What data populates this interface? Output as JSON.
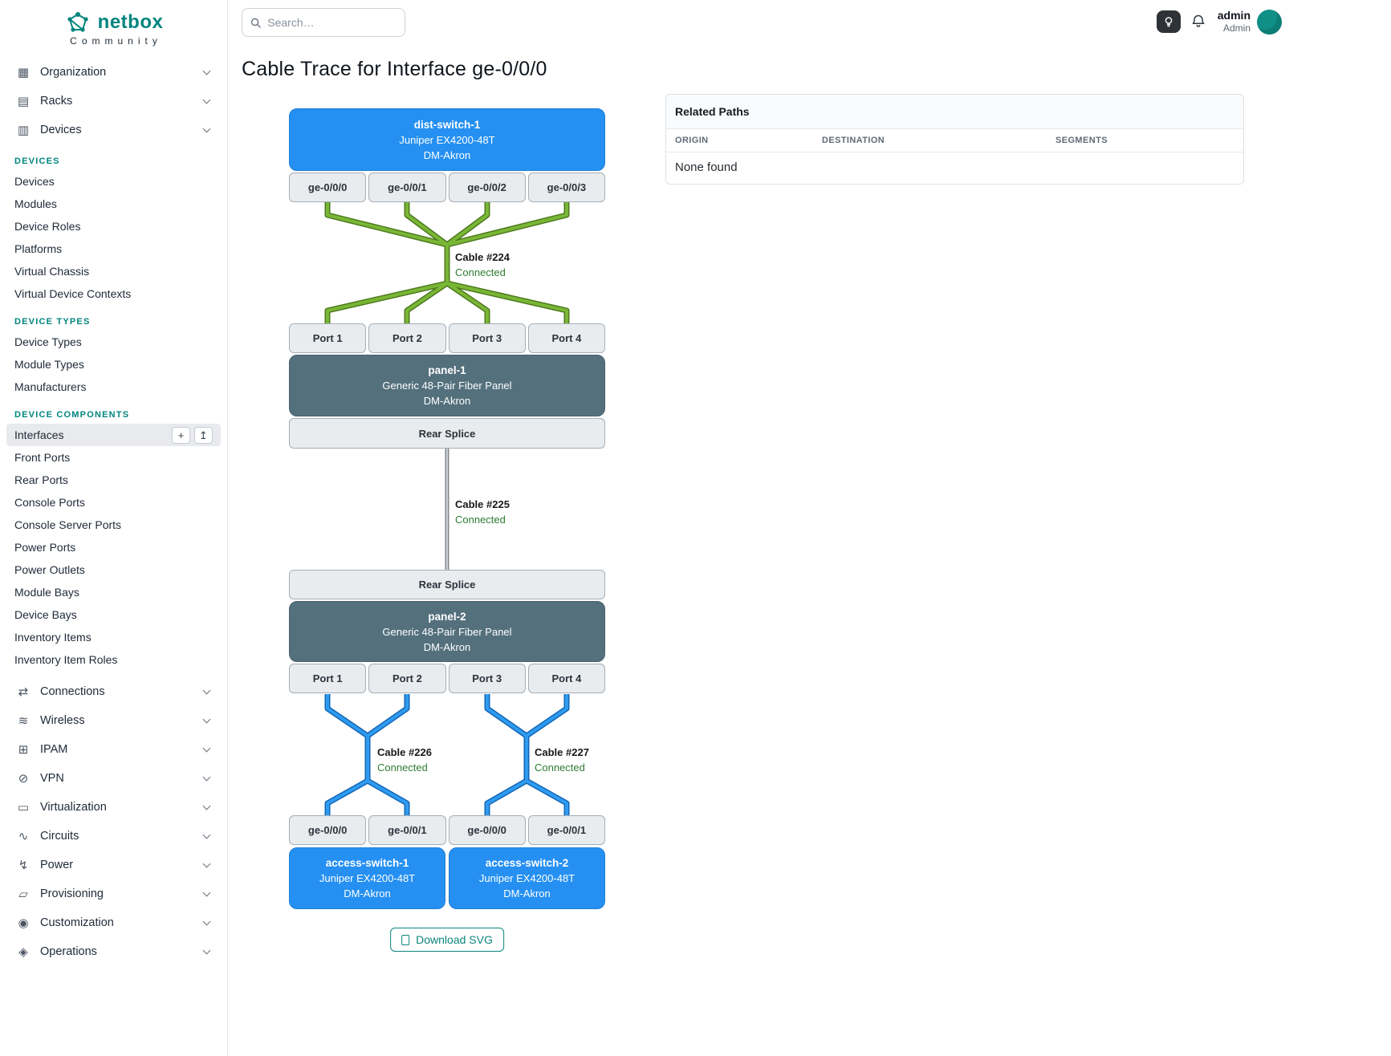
{
  "brand": {
    "logo_text": "netbox",
    "subtitle": "Community"
  },
  "topbar": {
    "search_placeholder": "Search…",
    "username": "admin",
    "userrole": "Admin"
  },
  "page": {
    "title": "Cable Trace for Interface ge-0/0/0"
  },
  "sidebar": {
    "top_groups": [
      {
        "label": "Organization",
        "icon": "▦"
      },
      {
        "label": "Racks",
        "icon": "▤"
      },
      {
        "label": "Devices",
        "icon": "▥"
      }
    ],
    "sections": [
      {
        "title": "DEVICES",
        "items": [
          {
            "label": "Devices"
          },
          {
            "label": "Modules"
          },
          {
            "label": "Device Roles"
          },
          {
            "label": "Platforms"
          },
          {
            "label": "Virtual Chassis"
          },
          {
            "label": "Virtual Device Contexts"
          }
        ]
      },
      {
        "title": "DEVICE TYPES",
        "items": [
          {
            "label": "Device Types"
          },
          {
            "label": "Module Types"
          },
          {
            "label": "Manufacturers"
          }
        ]
      },
      {
        "title": "DEVICE COMPONENTS",
        "items": [
          {
            "label": "Interfaces",
            "active": true
          },
          {
            "label": "Front Ports"
          },
          {
            "label": "Rear Ports"
          },
          {
            "label": "Console Ports"
          },
          {
            "label": "Console Server Ports"
          },
          {
            "label": "Power Ports"
          },
          {
            "label": "Power Outlets"
          },
          {
            "label": "Module Bays"
          },
          {
            "label": "Device Bays"
          },
          {
            "label": "Inventory Items"
          },
          {
            "label": "Inventory Item Roles"
          }
        ]
      }
    ],
    "bottom_groups": [
      {
        "label": "Connections",
        "icon": "⇄"
      },
      {
        "label": "Wireless",
        "icon": "≋"
      },
      {
        "label": "IPAM",
        "icon": "⊞"
      },
      {
        "label": "VPN",
        "icon": "⊘"
      },
      {
        "label": "Virtualization",
        "icon": "▭"
      },
      {
        "label": "Circuits",
        "icon": "∿"
      },
      {
        "label": "Power",
        "icon": "↯"
      },
      {
        "label": "Provisioning",
        "icon": "▱"
      },
      {
        "label": "Customization",
        "icon": "◉"
      },
      {
        "label": "Operations",
        "icon": "◈"
      }
    ],
    "interfaces_actions": {
      "add": "+",
      "import": "↥"
    }
  },
  "related_paths": {
    "title": "Related Paths",
    "columns": [
      "ORIGIN",
      "DESTINATION",
      "SEGMENTS"
    ],
    "empty_text": "None found"
  },
  "trace": {
    "top_device": {
      "name": "dist-switch-1",
      "model": "Juniper EX4200-48T",
      "site": "DM-Akron",
      "interfaces": [
        "ge-0/0/0",
        "ge-0/0/1",
        "ge-0/0/2",
        "ge-0/0/3"
      ]
    },
    "panel1": {
      "name": "panel-1",
      "model": "Generic 48-Pair Fiber Panel",
      "site": "DM-Akron",
      "front_ports": [
        "Port 1",
        "Port 2",
        "Port 3",
        "Port 4"
      ],
      "rear_port": "Rear Splice"
    },
    "panel2": {
      "name": "panel-2",
      "model": "Generic 48-Pair Fiber Panel",
      "site": "DM-Akron",
      "rear_port": "Rear Splice",
      "front_ports": [
        "Port 1",
        "Port 2",
        "Port 3",
        "Port 4"
      ]
    },
    "cables": [
      {
        "id": "Cable #224",
        "status": "Connected"
      },
      {
        "id": "Cable #225",
        "status": "Connected"
      },
      {
        "id": "Cable #226",
        "status": "Connected"
      },
      {
        "id": "Cable #227",
        "status": "Connected"
      }
    ],
    "access_switches": [
      {
        "name": "access-switch-1",
        "model": "Juniper EX4200-48T",
        "site": "DM-Akron",
        "interfaces": [
          "ge-0/0/0",
          "ge-0/0/1"
        ]
      },
      {
        "name": "access-switch-2",
        "model": "Juniper EX4200-48T",
        "site": "DM-Akron",
        "interfaces": [
          "ge-0/0/0",
          "ge-0/0/1"
        ]
      }
    ],
    "download_button": "Download SVG"
  },
  "colors": {
    "brand_teal": "#00857e",
    "device_blue": "#2590f2",
    "panel_slate": "#54707d",
    "cable_green": "#76b23a",
    "cable_blue": "#2196f3",
    "cable_gray": "#9aa0a6",
    "status_connected_text": "#2e7d32"
  }
}
